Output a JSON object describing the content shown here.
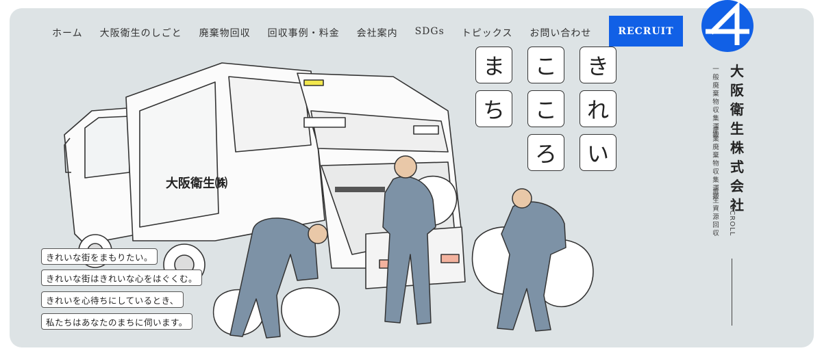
{
  "nav": {
    "items": [
      "ホーム",
      "大阪衛生のしごと",
      "廃棄物回収",
      "回収事例・料金",
      "会社案内",
      "SDGs",
      "トピックス",
      "お問い合わせ"
    ],
    "recruit_label": "RECRUIT"
  },
  "brand": {
    "company_name_chars": [
      "大",
      "阪",
      "衛",
      "生",
      "株",
      "式",
      "会",
      "社"
    ],
    "services": [
      [
        "一",
        "般",
        "廃",
        "棄",
        "物",
        "収",
        "集",
        "運",
        "搬"
      ],
      [
        "産",
        "業",
        "廃",
        "棄",
        "物",
        "収",
        "集",
        "運",
        "搬"
      ],
      [
        "再",
        "生",
        "資",
        "源",
        "回",
        "収"
      ]
    ],
    "scroll_label": "SCROLL",
    "logo_color": "#1160e6"
  },
  "hero": {
    "tagline_column_1": [
      "き",
      "れ",
      "い"
    ],
    "tagline_column_2": [
      "こ",
      "こ",
      "ろ"
    ],
    "tagline_column_3": [
      "ま",
      "ち"
    ],
    "truck_side_text": "大阪衛生㈱",
    "lines": [
      "きれいな街をまもりたい。",
      "きれいな街はきれいな心をはぐくむ。",
      "きれいを心待ちにしているとき、",
      "私たちはあなたのまちに伺います。"
    ]
  },
  "colors": {
    "accent": "#1160e6",
    "background": "#dde3e5",
    "uniform": "#7d92a6"
  }
}
